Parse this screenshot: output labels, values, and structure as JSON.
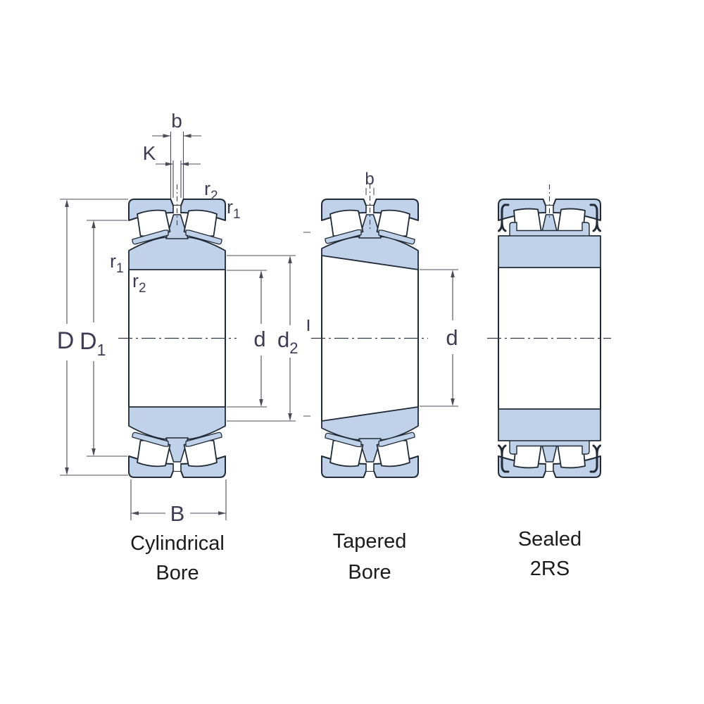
{
  "title": "Spherical roller bearing bore and sealing variants",
  "colors": {
    "ring_fill": "#bfd2e9",
    "outline": "#212a35",
    "dimension_line": "#4b4b57",
    "dimension_text": "#3c3c52",
    "caption_text": "#1b1b1b",
    "background": "#ffffff"
  },
  "bearings": [
    {
      "id": "cylindrical-bore",
      "caption": [
        "Cylindrical",
        "Bore"
      ]
    },
    {
      "id": "tapered-bore",
      "caption": [
        "Tapered",
        "Bore"
      ]
    },
    {
      "id": "sealed-2rs",
      "caption": [
        "Sealed",
        "2RS"
      ]
    }
  ],
  "dims": {
    "b": "b",
    "K": "K",
    "B": "B",
    "D": "D",
    "d": "d",
    "r": "r",
    "sub1": "1",
    "sub2": "2"
  }
}
